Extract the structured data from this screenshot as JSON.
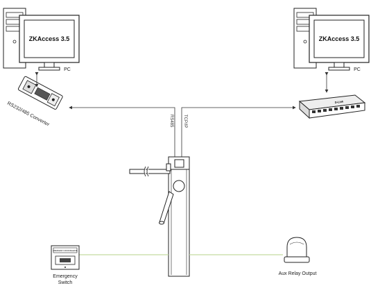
{
  "pcs": {
    "left": {
      "screen_text": "ZKAccess 3.5",
      "label": "PC"
    },
    "right": {
      "screen_text": "ZKAccess 3.5",
      "label": "PC"
    }
  },
  "converter": {
    "label": "RS232/485 Converter"
  },
  "switch_device": {
    "brand": "D-Link"
  },
  "links": {
    "rs485": "RS485",
    "tcpip": "TCP/IP"
  },
  "emergency_switch": {
    "label_line1": "Emergency",
    "label_line2": "Switch",
    "panel_text": "EMERGENCY DOOR RELEASE"
  },
  "aux_relay": {
    "label": "Aux Relay Output"
  },
  "colors": {
    "line": "#333333",
    "relay_line": "#c3dca0",
    "outline": "#222222"
  }
}
